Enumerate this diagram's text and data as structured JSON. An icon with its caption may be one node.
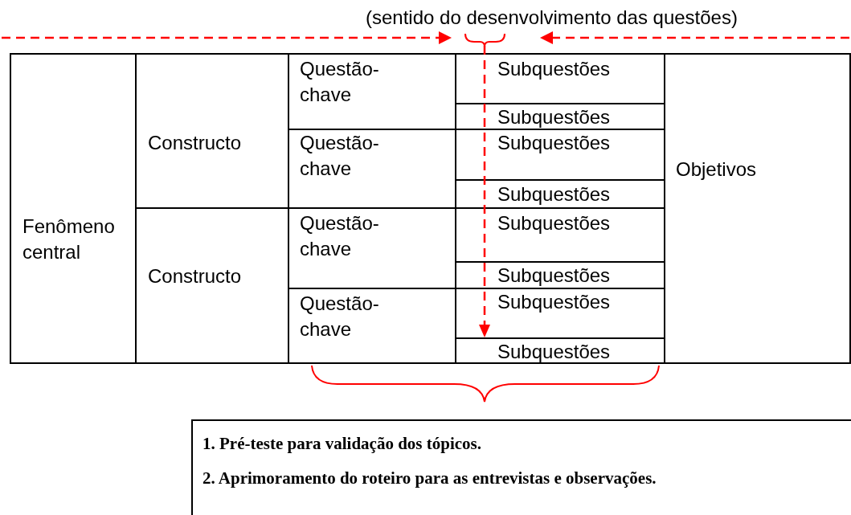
{
  "diagram": {
    "nodes": [
      {
        "text": [
          "Fenômeno central"
        ]
      },
      {
        "text": [
          "Constructo"
        ]
      },
      {
        "text": [
          "Questão-chave"
        ]
      },
      {
        "text": [
          "Subquestões"
        ]
      },
      {
        "text": [
          "Subquestões"
        ]
      },
      {
        "text": [
          "Questão-chave"
        ]
      },
      {
        "text": [
          "Subquestões"
        ]
      },
      {
        "text": [
          "Subquestões"
        ]
      },
      {
        "text": [
          "Constructo"
        ]
      },
      {
        "text": [
          "Questão-chave"
        ]
      },
      {
        "text": [
          "Subquestões"
        ]
      },
      {
        "text": [
          "Subquestões"
        ]
      },
      {
        "text": [
          "Questão-chave"
        ]
      },
      {
        "text": [
          "Subquestões"
        ]
      },
      {
        "text": [
          "Subquestões"
        ]
      },
      {
        "text": [
          "Objetivos"
        ]
      },
      {
        "text": [
          "1. Pré-teste para validação dos tópicos.",
          "2. Aprimoramento do roteiro para as entrevistas e observações."
        ]
      }
    ],
    "labels": [
      "(sentido do desenvolvimento das questões)"
    ]
  }
}
